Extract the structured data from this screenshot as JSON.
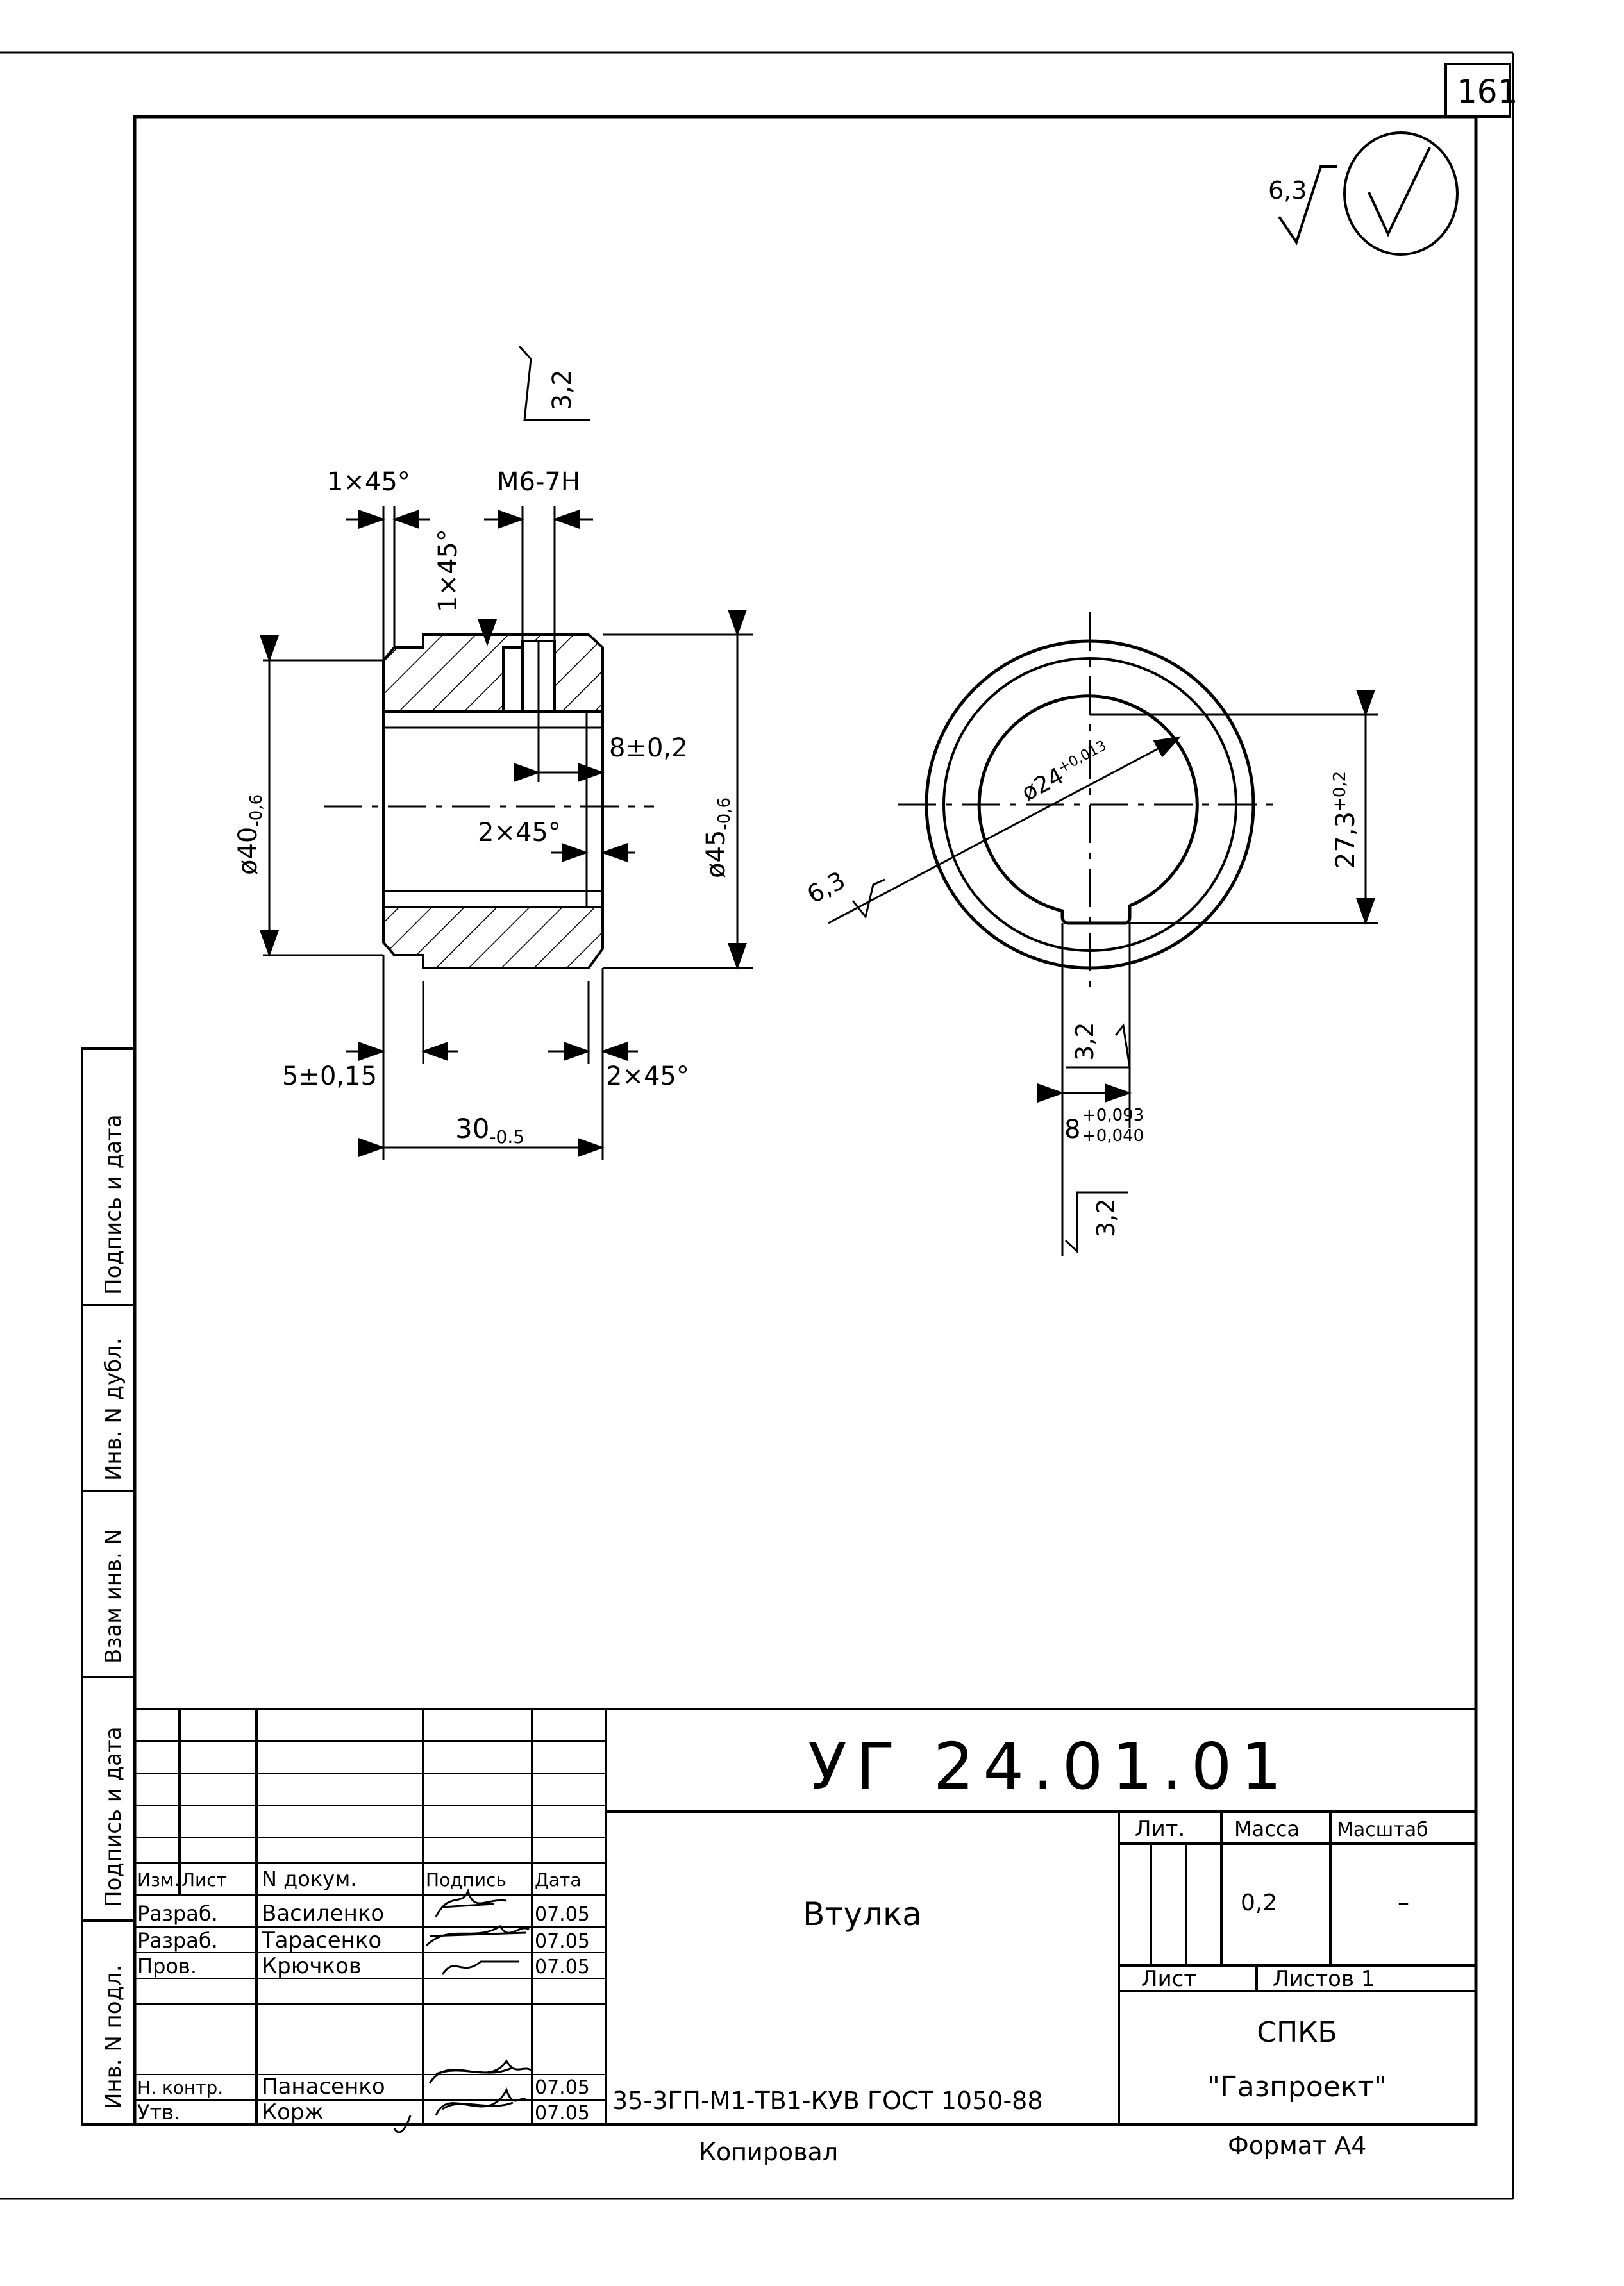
{
  "page_number": "161",
  "general_roughness": {
    "value": "6,3"
  },
  "dims": {
    "chamfer_top": "1×45°",
    "thread": "M6-7H",
    "chamfer_vertical": "1×45°",
    "rough_top": "3,2",
    "dia_left_main": "ø40",
    "dia_left_tol": "-0,6",
    "dia_right_main": "ø45",
    "dia_right_tol": "-0,6",
    "hole_pos": "8±0,2",
    "chamfer_inner": "2×45°",
    "groove_width": "5±0,15",
    "chamfer_bottom": "2×45°",
    "length_main": "30",
    "length_tol": "-0.5",
    "bore_main": "ø24",
    "bore_tol": "+0,013",
    "keyway_depth_main": "27,3",
    "keyway_depth_tol": "+0,2",
    "rough_bore": "6,3",
    "rough_key_side": "3,2",
    "keyway_width_main": "8",
    "keyway_width_tol_upper": "+0,093",
    "keyway_width_tol_lower": "+0,040",
    "rough_key_bottom": "3,2"
  },
  "side_stamp": [
    "Инв. N подл.",
    "Подпись и дата",
    "Взам инв. N",
    "Инв. N дубл.",
    "Подпись и дата"
  ],
  "title_block": {
    "designation": "УГ 24.01.01",
    "part_name": "Втулка",
    "material": "35-3ГП-М1-ТВ1-КУВ ГОСТ 1050-88",
    "organization_line1": "СПКБ",
    "organization_line2": "\"Газпроект\"",
    "headers": {
      "izm": "Изм.",
      "list": "Лист",
      "doc": "N докум.",
      "sign": "Подпись",
      "date": "Дата"
    },
    "rows": [
      {
        "role": "Разраб.",
        "name": "Василенко",
        "date": "07.05"
      },
      {
        "role": "Разраб.",
        "name": "Тарасенко",
        "date": "07.05"
      },
      {
        "role": "Пров.",
        "name": "Крючков",
        "date": "07.05"
      },
      {
        "role": "",
        "name": "",
        "date": ""
      },
      {
        "role": "Н. контр.",
        "name": "Панасенко",
        "date": "07.05"
      },
      {
        "role": "Утв.",
        "name": "Корж",
        "date": "07.05"
      }
    ],
    "lit_label": "Лит.",
    "mass_label": "Масса",
    "scale_label": "Масштаб",
    "mass_value": "0,2",
    "scale_value": "–",
    "sheet_label": "Лист",
    "sheets_label": "Листов 1",
    "copied": "Копировал",
    "format": "Формат А4"
  }
}
